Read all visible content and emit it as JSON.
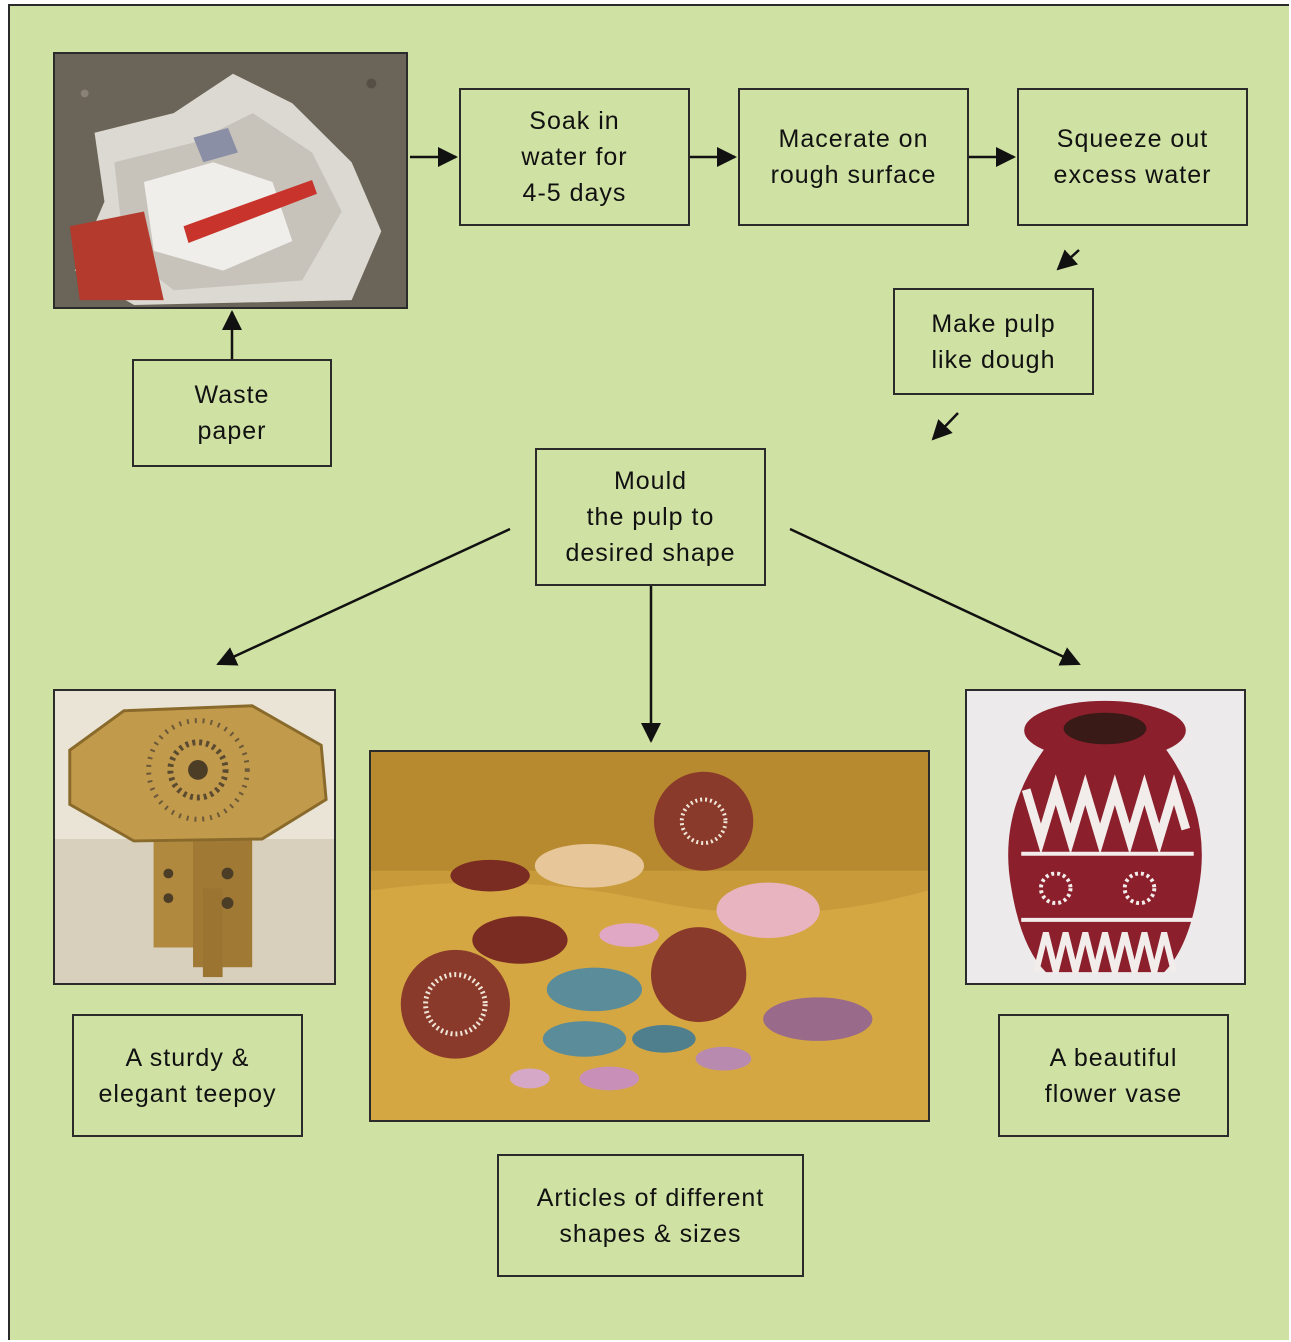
{
  "steps": {
    "soak": "Soak in\nwater for\n4-5 days",
    "macerate": "Macerate on\nrough surface",
    "squeeze": "Squeeze out\nexcess water",
    "pulp": "Make pulp\nlike dough",
    "mould": "Mould\nthe pulp to\ndesired shape",
    "waste": "Waste\npaper"
  },
  "products": {
    "teepoy": "A sturdy &\nelegant teepoy",
    "articles": "Articles of different\nshapes & sizes",
    "vase": "A beautiful\nflower vase"
  },
  "colors": {
    "background": "#cfe1a3",
    "border": "#2b2b2b"
  }
}
